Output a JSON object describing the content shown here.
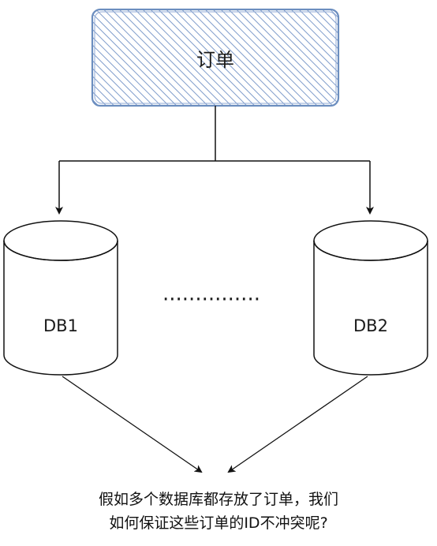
{
  "diagram": {
    "order_box": {
      "label": "订单",
      "fill": "#dae8fc",
      "stroke": "#6c8ebf"
    },
    "databases": [
      {
        "label": "DB1"
      },
      {
        "label": "DB2"
      }
    ],
    "ellipsis": "···············",
    "question": {
      "line1": "假如多个数据库都存放了订单，我们",
      "line2": "如何保证这些订单的ID不冲突呢?"
    }
  }
}
